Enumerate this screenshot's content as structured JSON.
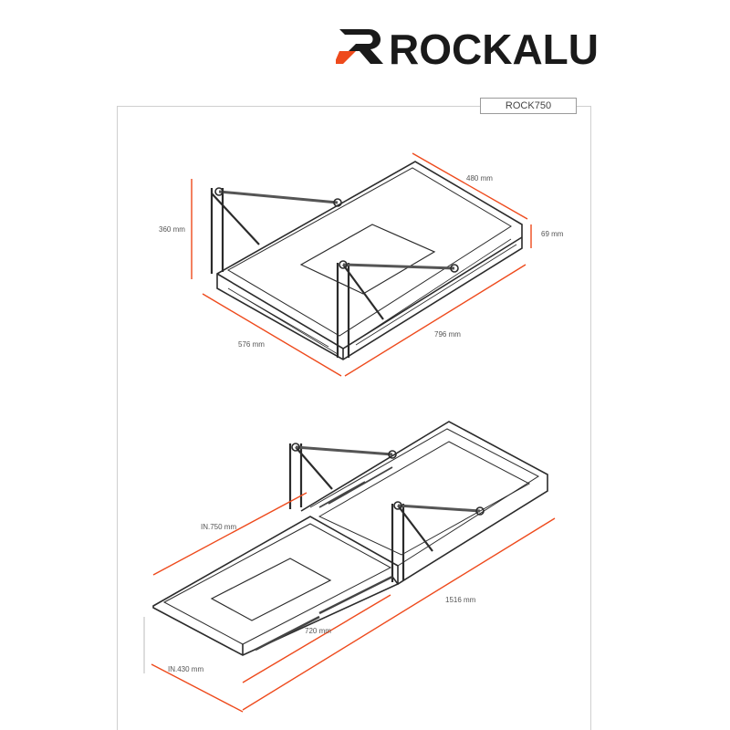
{
  "brand": {
    "name": "ROCKALU",
    "accent": "#ee4a1c",
    "ink": "#1a1a1a"
  },
  "model": "ROCK750",
  "closed_view": {
    "height": "360 mm",
    "width": "480 mm",
    "depth_side": "69 mm",
    "length_side": "576 mm",
    "length_front": "796 mm"
  },
  "extended_view": {
    "inner_length": "IN.750 mm",
    "total_length": "1516 mm",
    "slide_length": "720 mm",
    "inner_width": "IN.430 mm"
  },
  "colors": {
    "dimension_line": "#ee4a1c",
    "frame": "#2b2b2b"
  }
}
